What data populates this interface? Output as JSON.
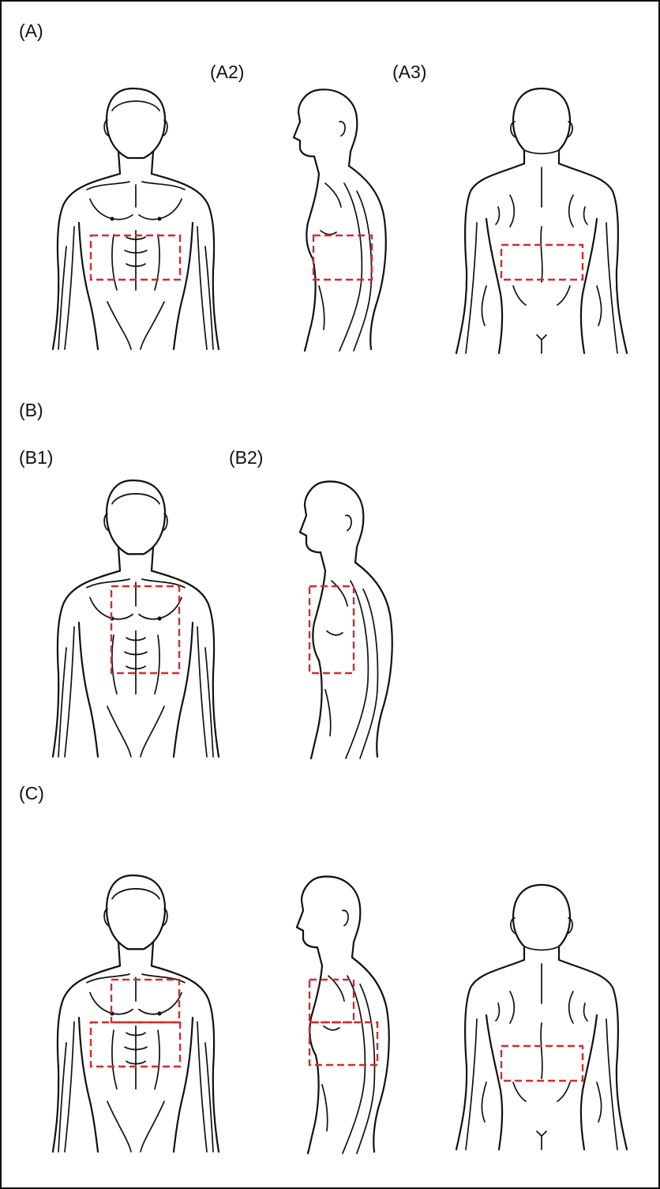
{
  "panels": {
    "A": {
      "label": "(A)",
      "sub_labels": [
        "(A2)",
        "(A3)"
      ]
    },
    "B": {
      "label": "(B)",
      "sub_labels": [
        "(B1)",
        "(B2)"
      ]
    },
    "C": {
      "label": "(C)"
    }
  },
  "colors": {
    "outline": "#111111",
    "region_marker": "#d62b2b",
    "frame": "#111111",
    "background": "#ffffff"
  },
  "figures": [
    {
      "panel": "A",
      "view": "front",
      "regions": 1
    },
    {
      "panel": "A",
      "view": "side",
      "regions": 1
    },
    {
      "panel": "A",
      "view": "back",
      "regions": 1
    },
    {
      "panel": "B",
      "view": "front",
      "regions": 1
    },
    {
      "panel": "B",
      "view": "side",
      "regions": 1
    },
    {
      "panel": "C",
      "view": "front",
      "regions": 2
    },
    {
      "panel": "C",
      "view": "side",
      "regions": 2
    },
    {
      "panel": "C",
      "view": "back",
      "regions": 1
    }
  ]
}
